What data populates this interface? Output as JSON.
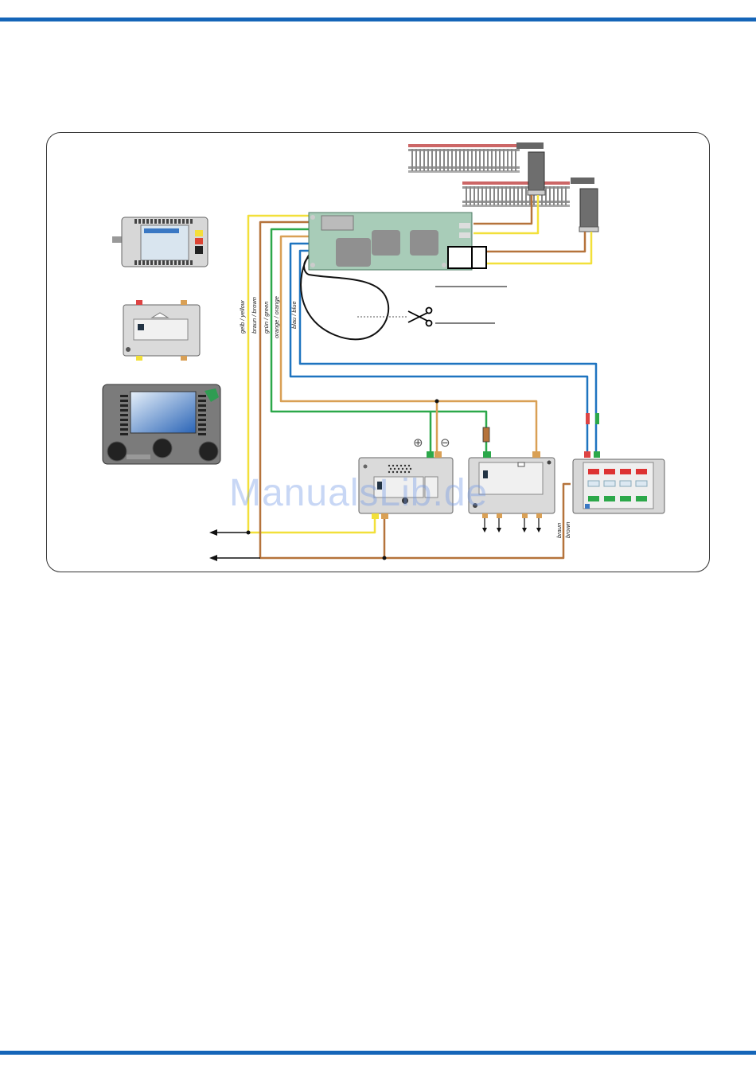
{
  "colors": {
    "rule": "#1565b8",
    "wire_yellow": "#f2e03a",
    "wire_brown": "#b5733b",
    "wire_green": "#2ca84a",
    "wire_orange": "#d9a055",
    "wire_blue": "#1e74c0",
    "wire_black": "#111111",
    "board_green": "#a8ccb8"
  },
  "wire_labels": {
    "yellow": "gelb / yellow",
    "brown": "braun / brown",
    "green": "grün / green",
    "orange": "orange / orange",
    "blue": "blau / blue",
    "brown_right_de": "braun",
    "brown_right_en": "brown"
  },
  "symbols": {
    "plus": "⊕",
    "minus": "⊖"
  },
  "watermark": "ManualsLib.de",
  "devices": {
    "booster": "booster-module",
    "digital_unit": "digital-unit-module",
    "controller": "handheld-controller",
    "decoder": "decoder-board",
    "feedback_module": "feedback-module",
    "switch_decoder": "switch-decoder-module",
    "keyboard": "keyboard-module"
  },
  "icons": [
    "scissors-icon",
    "arrow-left-icon",
    "arrow-down-icon"
  ]
}
